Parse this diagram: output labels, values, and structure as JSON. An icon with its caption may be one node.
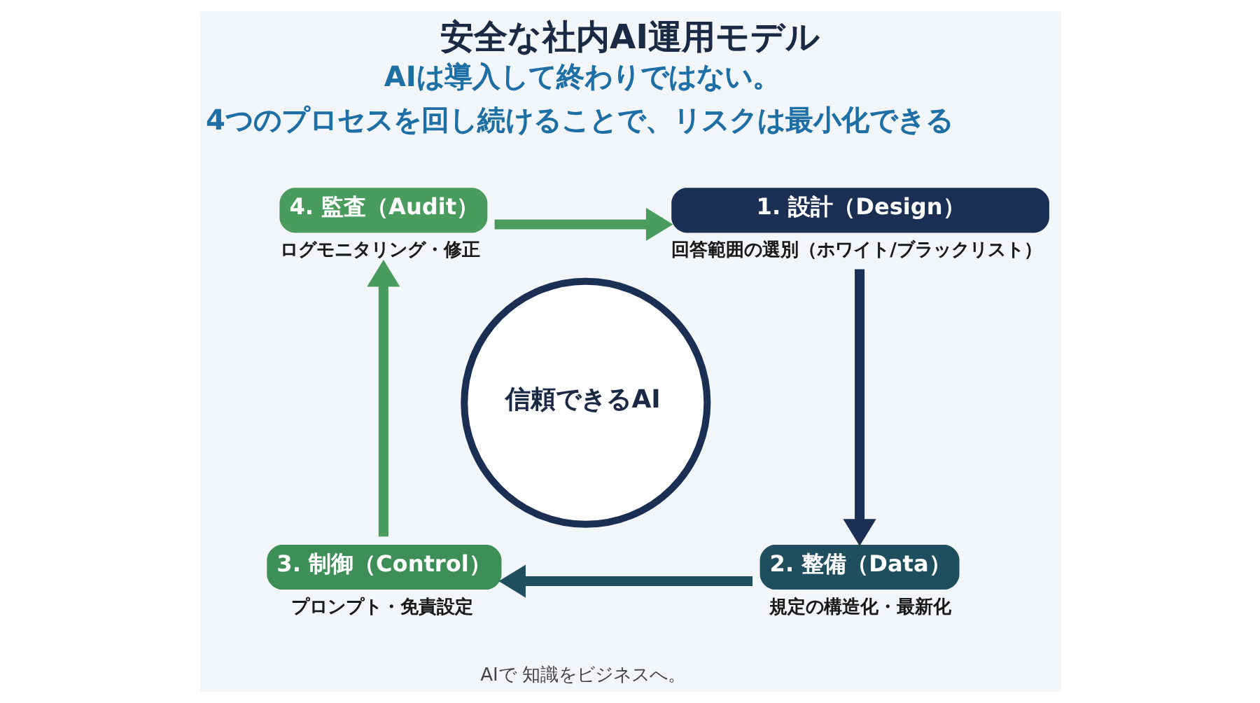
{
  "diagram": {
    "title": "安全な社内AI運用モデル",
    "nodes": [
      {
        "text": [
          "1. 設計（Design）",
          "回答範囲の選別（ホワイト/ブラックリスト）"
        ]
      },
      {
        "text": [
          "2. 整備（Data）",
          "規定の構造化・最新化"
        ]
      },
      {
        "text": [
          "3. 制御（Control）",
          "プロンプト・免責設定"
        ]
      },
      {
        "text": [
          "4. 監査（Audit）",
          "ログモニタリング・修正"
        ]
      },
      {
        "text": [
          "信頼できるAI"
        ]
      }
    ],
    "edges": [
      {
        "from": 0,
        "to": 1,
        "arrow": "to",
        "color": "#1b2f55"
      },
      {
        "from": 1,
        "to": 2,
        "arrow": "to",
        "color": "#1f4e5f"
      },
      {
        "from": 2,
        "to": 3,
        "arrow": "to"
      },
      {
        "from": 3,
        "to": 0,
        "arrow": "to"
      }
    ],
    "labels": [
      "AIは導入して終わりではない。",
      "4つのプロセスを回し続けることで、リスクは最小化できる",
      "AIで 知識をビジネスへ。"
    ]
  }
}
